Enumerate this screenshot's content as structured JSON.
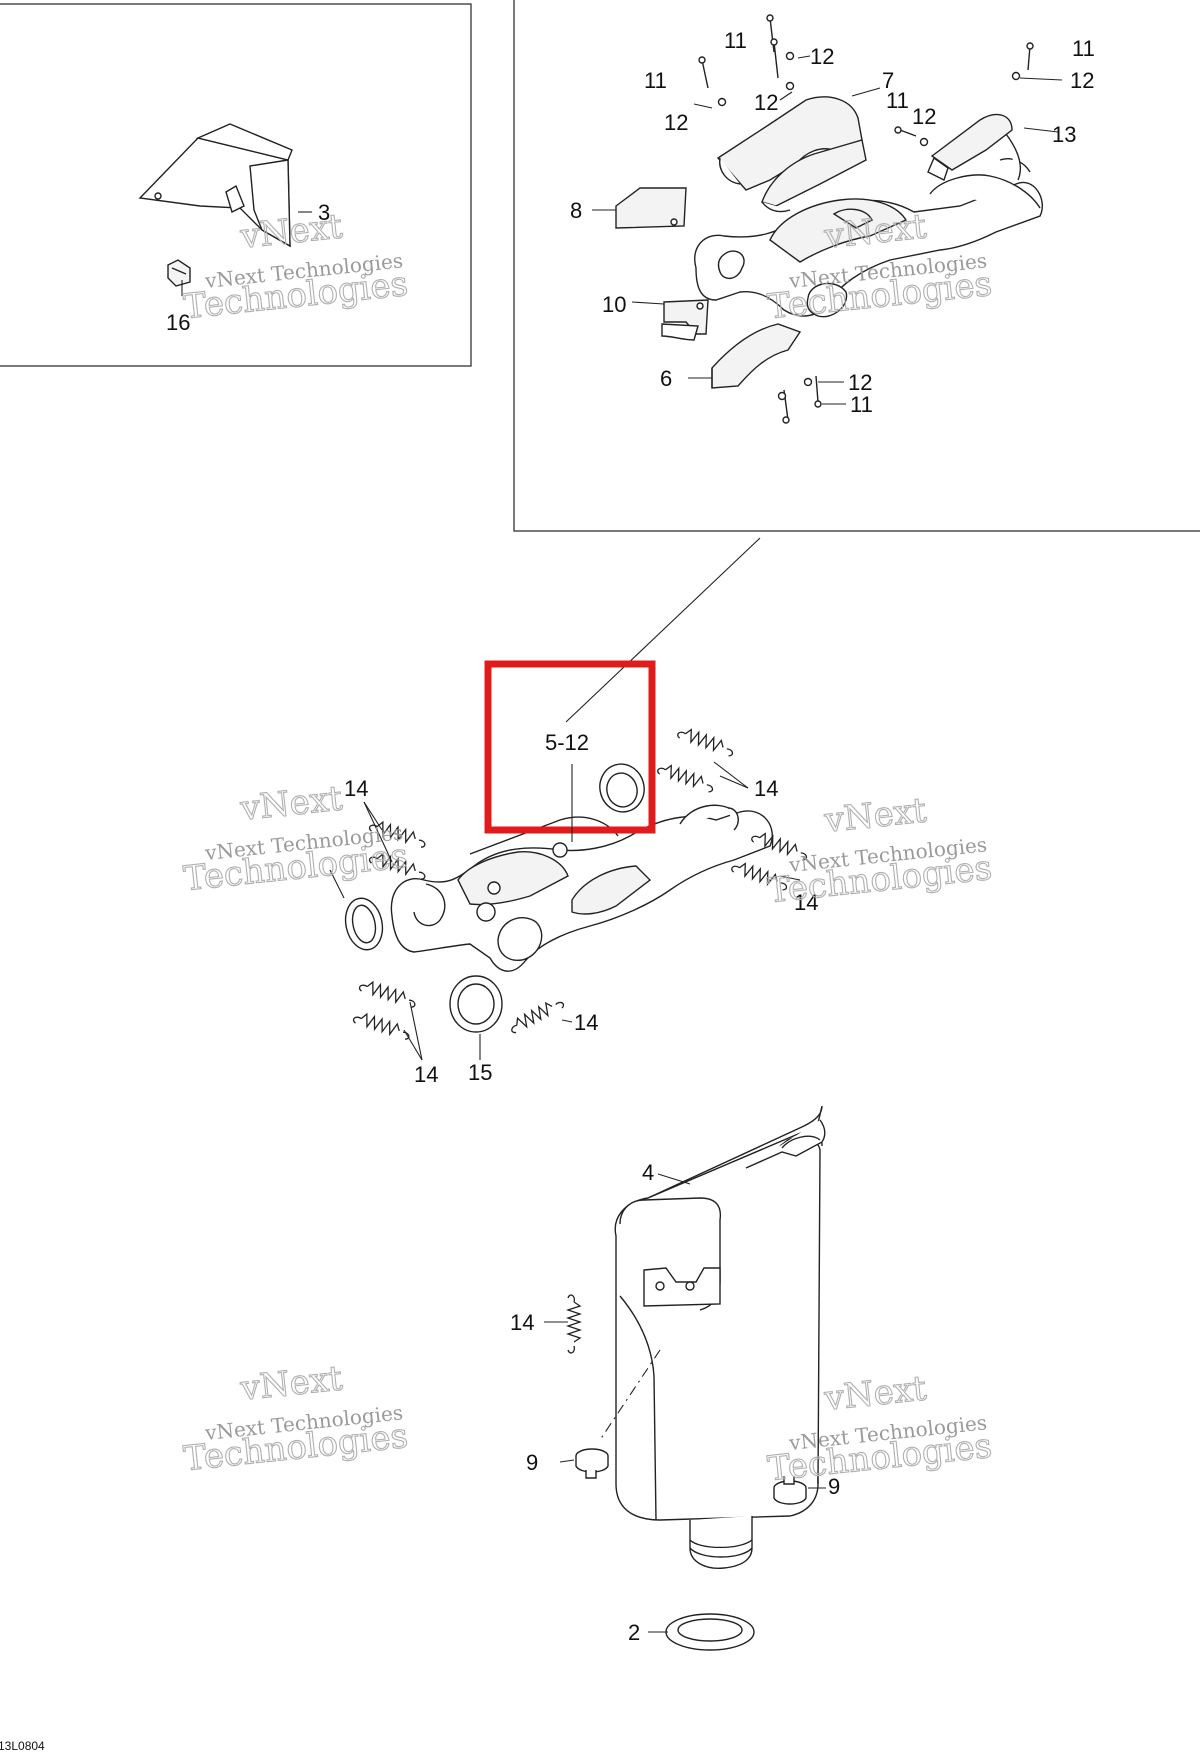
{
  "diagram": {
    "drawing_code": "13L0804",
    "watermark": {
      "line1": "vNext Technologies",
      "line2": "vNext",
      "line3": "Technologies"
    },
    "highlight": {
      "label": "5-12",
      "color": "#e01b1b"
    },
    "callouts": [
      "2",
      "3",
      "4",
      "6",
      "7",
      "8",
      "9",
      "10",
      "11",
      "12",
      "13",
      "14",
      "15",
      "16"
    ]
  }
}
